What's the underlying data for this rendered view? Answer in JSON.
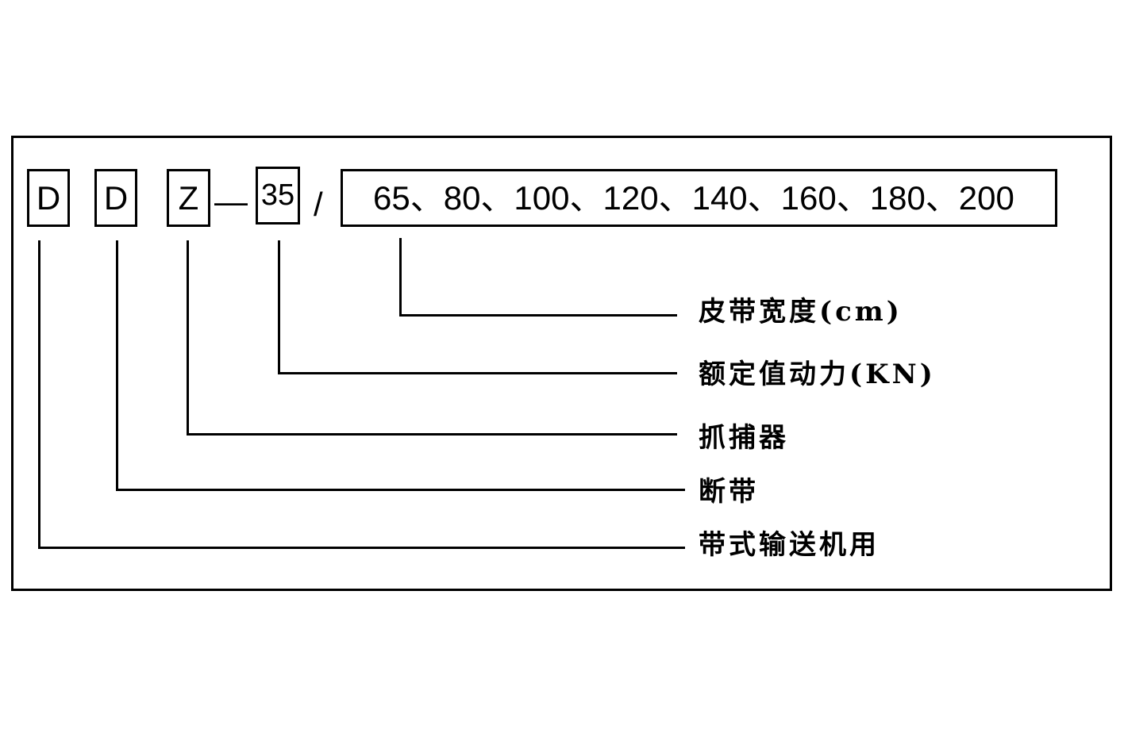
{
  "code": {
    "letter1": "D",
    "letter2": "D",
    "letter3": "Z",
    "dash": "—",
    "force": "35",
    "slash": "/",
    "widths": "65、80、100、120、140、160、180、200"
  },
  "labels": {
    "belt_width": "皮带宽度(cm)",
    "rated_force": "额定值动力(KN)",
    "catcher": "抓捕器",
    "broken_belt": "断带",
    "belt_conveyor": "带式输送机用"
  }
}
